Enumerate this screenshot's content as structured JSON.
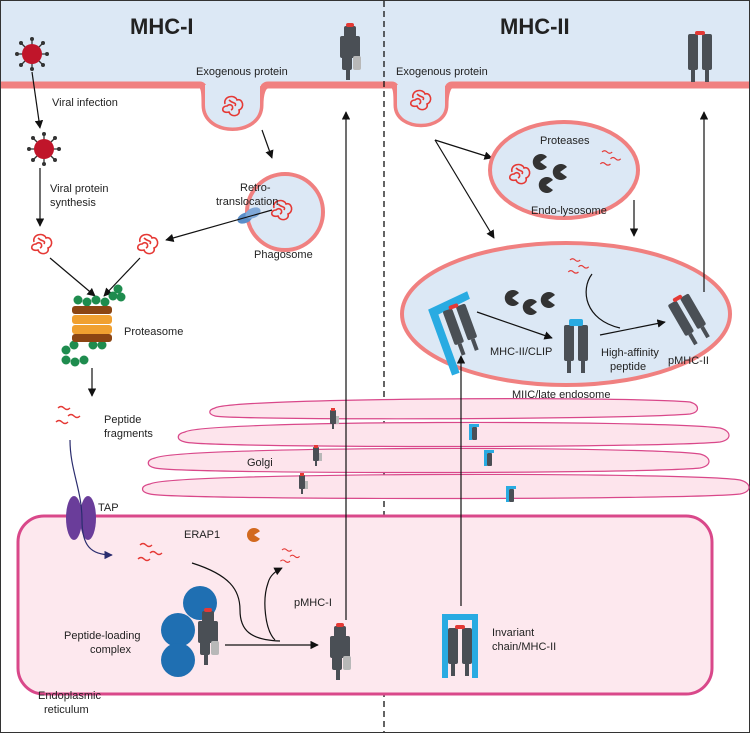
{
  "headers": {
    "left": "MHC-I",
    "right": "MHC-II"
  },
  "labels": {
    "exogenous_left": "Exogenous protein",
    "exogenous_right": "Exogenous protein",
    "viral_infection": "Viral infection",
    "viral_synth_1": "Viral protein",
    "viral_synth_2": "synthesis",
    "retro_1": "Retro-",
    "retro_2": "translocation",
    "phagosome": "Phagosome",
    "proteasome": "Proteasome",
    "peptide_1": "Peptide",
    "peptide_2": "fragments",
    "golgi": "Golgi",
    "tap": "TAP",
    "erap1": "ERAP1",
    "plc_1": "Peptide-loading",
    "plc_2": "complex",
    "pmhc1": "pMHC-I",
    "er_1": "Endoplasmic",
    "er_2": "reticulum",
    "proteases": "Proteases",
    "endo_lysosome": "Endo-lysosome",
    "mhc2_clip": "MHC-II/CLIP",
    "high_aff_1": "High-affinity",
    "high_aff_2": "peptide",
    "pmhc2": "pMHC-II",
    "miic": "MIIC/late endosome",
    "invariant_1": "Invariant",
    "invariant_2": "chain/MHC-II"
  },
  "colors": {
    "membrane": "#f08080",
    "extracellular": "#dce8f5",
    "er_fill": "#fde8ee",
    "er_border": "#d9488a",
    "golgi_fill": "#fde4ec",
    "golgi_border": "#d9488a",
    "vesicle_fill": "#dce8f5",
    "peptide": "#e53935",
    "tap": "#6a3d9a",
    "plc": "#1f6fb2",
    "erap1": "#d2691e",
    "clip": "#29abe2",
    "mhc_body": "#4a4f55",
    "proteasome_green": "#1e8c4e",
    "proteasome_orange": "#f0a030",
    "proteasome_brown": "#8b4513",
    "virus": "#c0152a"
  }
}
